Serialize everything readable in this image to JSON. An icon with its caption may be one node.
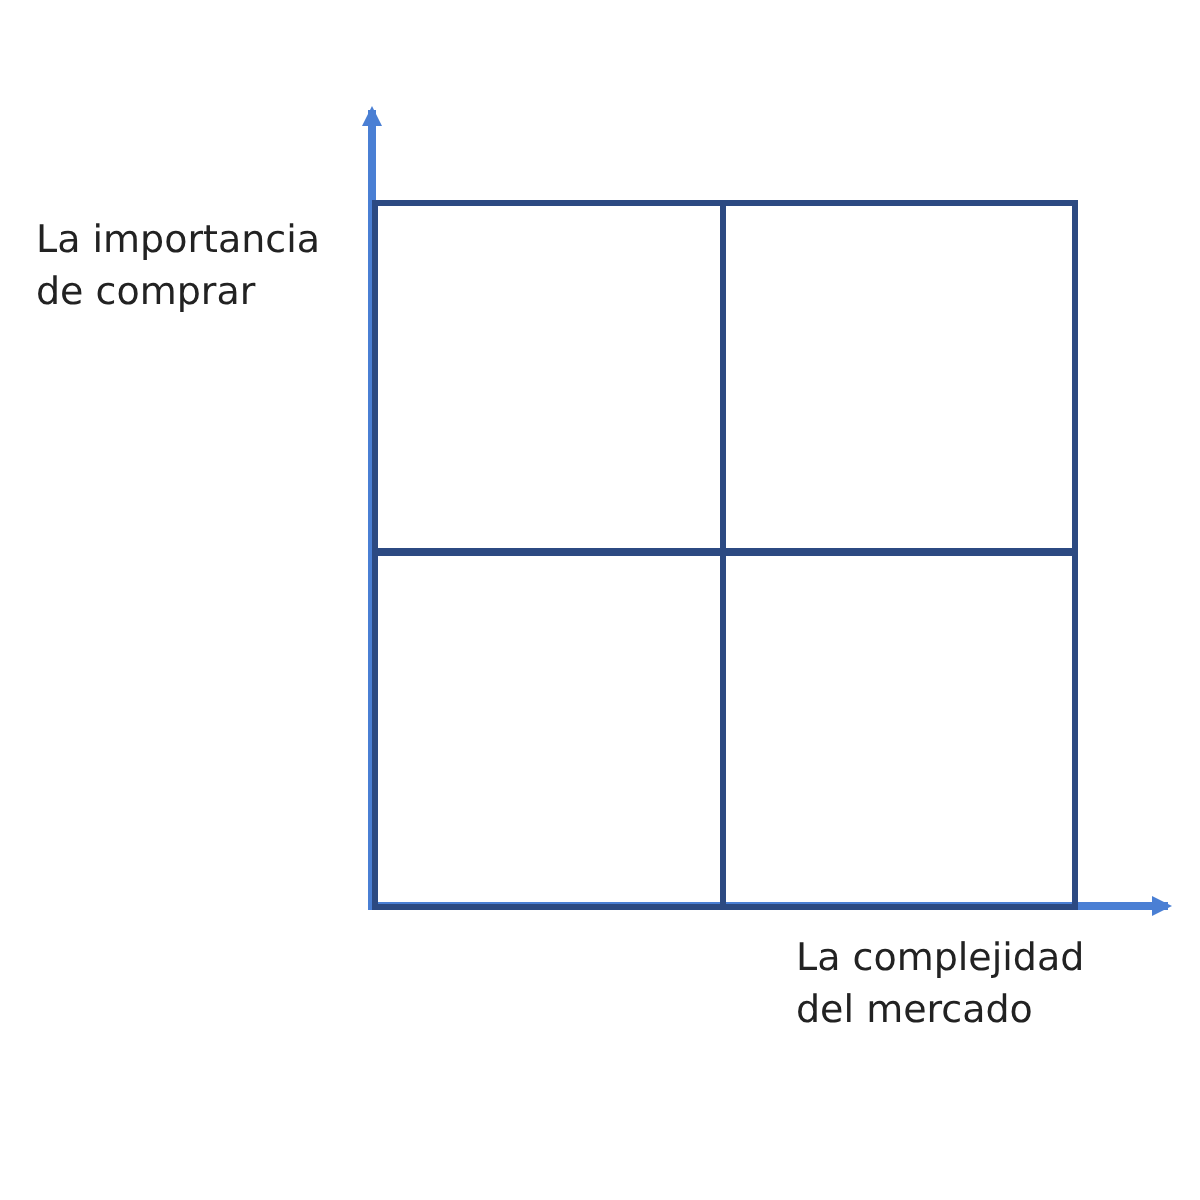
{
  "diagram": {
    "nodes": [
      {
        "text": [],
        "shape": "box"
      },
      {
        "text": [],
        "shape": "box"
      },
      {
        "text": [],
        "shape": "box"
      },
      {
        "text": [],
        "shape": "box"
      }
    ],
    "labels": [
      "La importancia de comprar",
      "La complejidad del mercado"
    ]
  }
}
